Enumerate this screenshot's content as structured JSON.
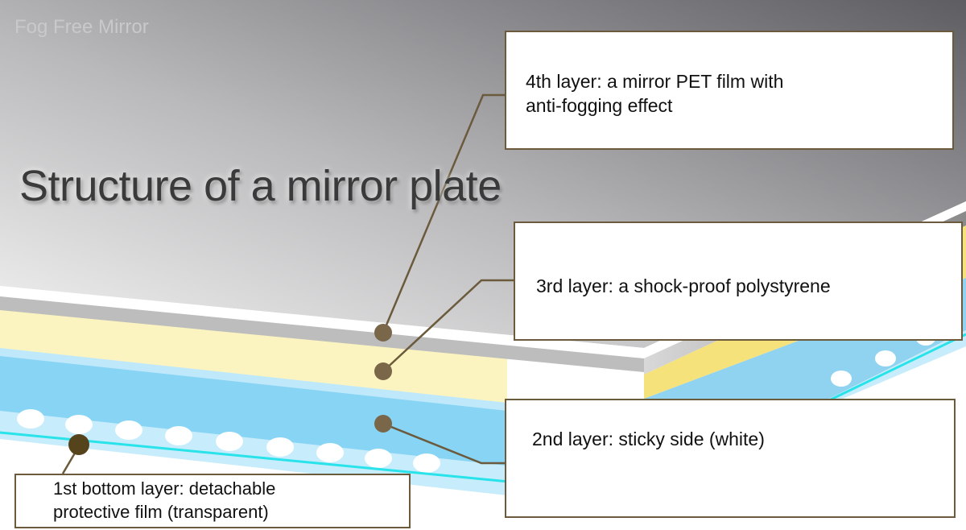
{
  "brand": "Fog Free Mirror",
  "title": "Structure of a mirror plate",
  "layers": [
    {
      "id": "layer4",
      "label_line1": "4th layer: a mirror PET film with",
      "label_line2": "anti-fogging effect"
    },
    {
      "id": "layer3",
      "label": "3rd layer: a shock-proof polystyrene"
    },
    {
      "id": "layer2",
      "label": "2nd layer: sticky side (white)"
    },
    {
      "id": "layer1",
      "label_line1": "1st bottom layer: detachable",
      "label_line2": "protective film (transparent)"
    }
  ],
  "colors": {
    "mirror_top": "#6e6e72",
    "mirror_light": "#ebebeb",
    "polystyrene": "#fbf4c0",
    "sticky_blue": "#88d4f4",
    "protective_line": "#29e3ea",
    "leader": "#6b5a3c",
    "marker": "#7a6648",
    "marker_bottom": "#55431c"
  }
}
